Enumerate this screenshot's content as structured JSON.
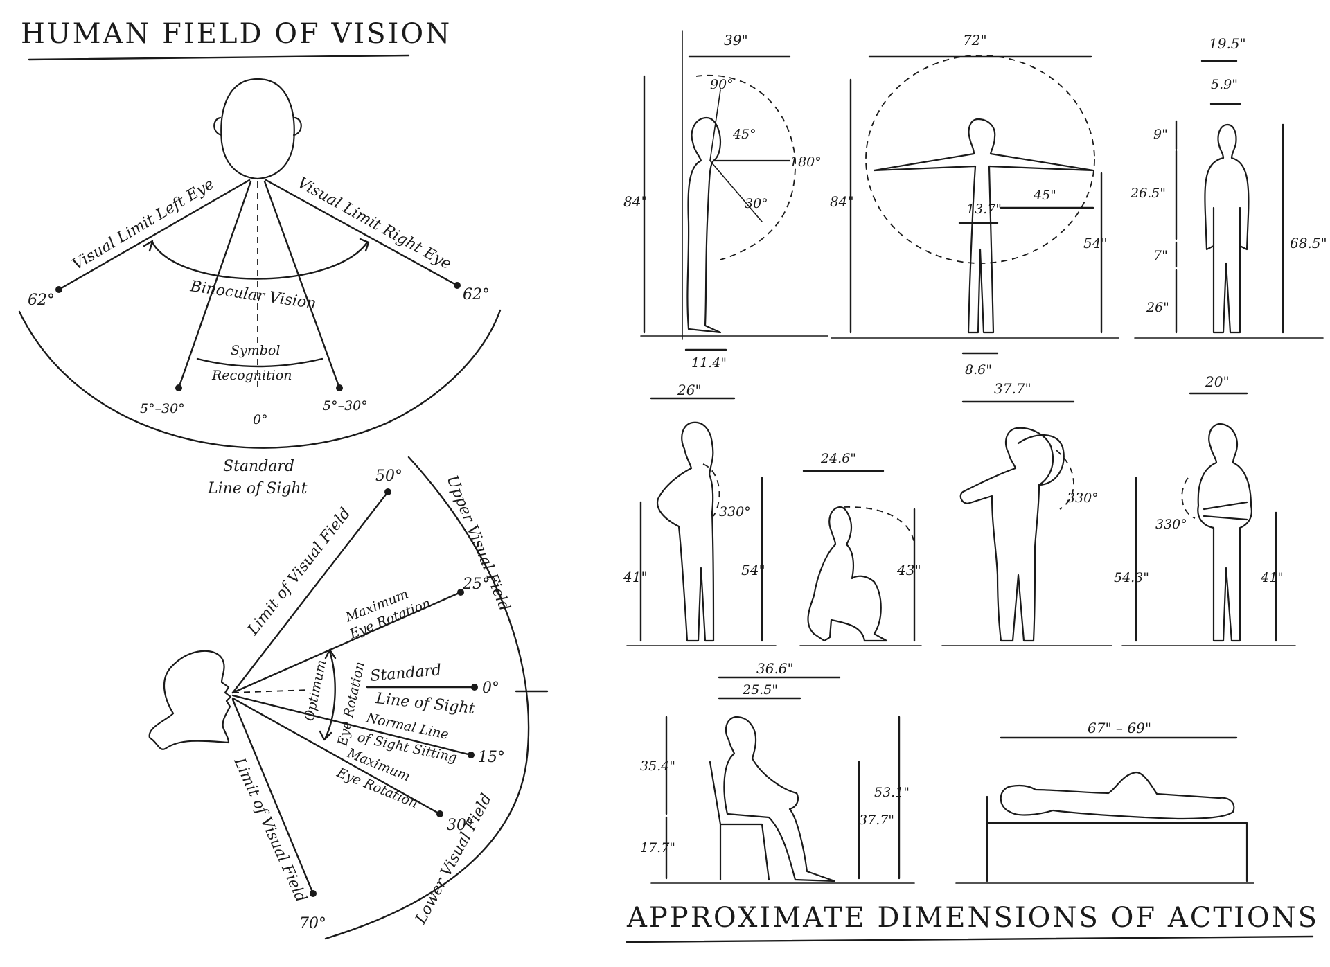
{
  "vision": {
    "title": "HUMAN FIELD OF VISION",
    "top_view": {
      "visual_limit_left": "Visual Limit Left Eye",
      "visual_limit_right": "Visual Limit Right Eye",
      "left_angle": "62°",
      "right_angle": "62°",
      "binocular": "Binocular Vision",
      "symbol_line1": "Symbol",
      "symbol_line2": "Recognition",
      "symbol_left": "5°–30°",
      "symbol_right": "5°–30°",
      "center_angle": "0°",
      "sight_line1": "Standard",
      "sight_line2": "Line of Sight"
    },
    "side_view": {
      "upper_limit": "Limit of Visual Field",
      "lower_limit": "Limit of Visual Field",
      "upper_field": "Upper Visual Field",
      "lower_field": "Lower Visual Field",
      "angle_50": "50°",
      "angle_25": "25°",
      "angle_0": "0°",
      "angle_15": "15°",
      "angle_30": "30°",
      "angle_70": "70°",
      "max_rot_up_1": "Maximum",
      "max_rot_up_2": "Eye Rotation",
      "optimum_rot_1": "Optimum",
      "optimum_rot_2": "Eye Rotation",
      "std_sight_1": "Standard",
      "std_sight_2": "Line of Sight",
      "normal_sight_1": "Normal Line",
      "normal_sight_2": "of Sight Sitting",
      "max_rot_down_1": "Maximum",
      "max_rot_down_2": "Eye Rotation"
    }
  },
  "actions": {
    "title": "APPROXIMATE DIMENSIONS OF ACTIONS",
    "reach_side": {
      "width": "39\"",
      "height": "84\"",
      "depth": "11.4\"",
      "a90": "90°",
      "a45": "45°",
      "a180": "180°",
      "a30": "30°"
    },
    "reach_front": {
      "span": "72\"",
      "height": "84\"",
      "shoulder": "54\"",
      "body": "13.7\"",
      "arm": "45\"",
      "feet": "8.6\""
    },
    "standing": {
      "width": "19.5\"",
      "head_w": "5.9\"",
      "head_h": "9\"",
      "torso": "26.5\"",
      "hand": "7\"",
      "leg": "26\"",
      "height": "68.5\""
    },
    "hip_hand": {
      "width": "26\"",
      "hand_h": "41\"",
      "elbow_h": "54\"",
      "angle": "330°"
    },
    "squat": {
      "width": "24.6\"",
      "height": "43\""
    },
    "head_scratch": {
      "width": "37.7\"",
      "angle": "330°"
    },
    "arms_crossed": {
      "width": "20\"",
      "shoulder": "54.3\"",
      "hand": "41\"",
      "angle": "330°"
    },
    "seated": {
      "reach": "36.6\"",
      "seat_depth": "25.5\"",
      "eye": "35.4\"",
      "seat": "17.7\"",
      "knee": "37.7\"",
      "head": "53.1\""
    },
    "lying": {
      "length": "67\" – 69\""
    }
  }
}
